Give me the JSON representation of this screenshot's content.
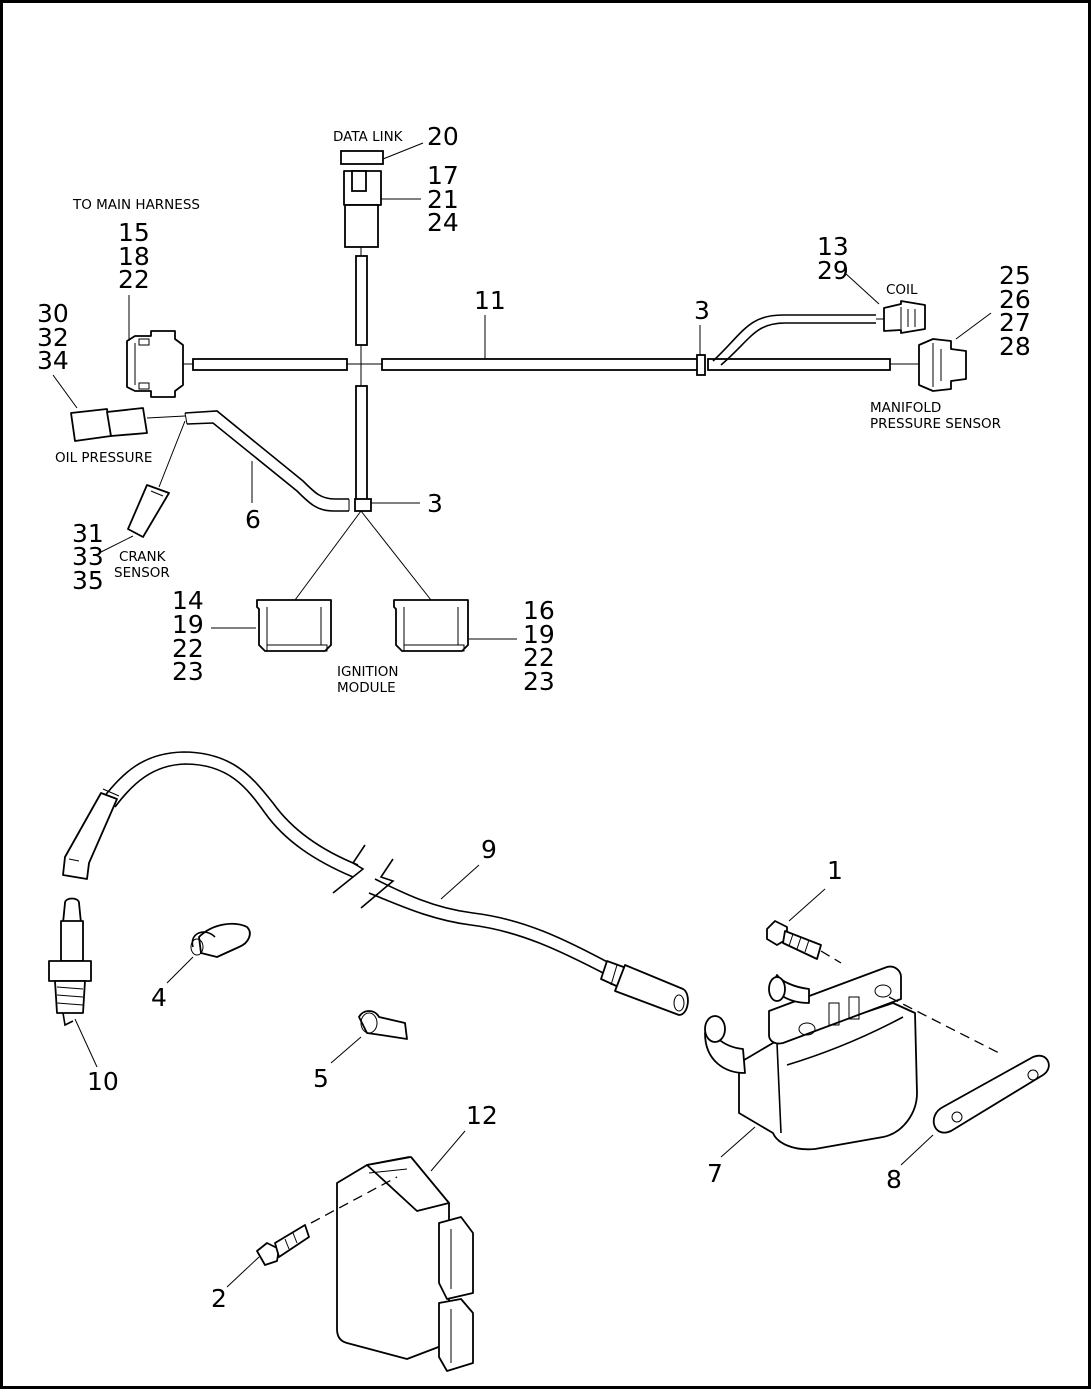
{
  "labels": {
    "data_link": "DATA LINK",
    "to_main_harness": "TO MAIN HARNESS",
    "coil": "COIL",
    "manifold_line1": "MANIFOLD",
    "manifold_line2": "PRESSURE SENSOR",
    "oil_pressure": "OIL PRESSURE",
    "crank_line1": "CRANK",
    "crank_line2": "SENSOR",
    "ignition_line1": "IGNITION",
    "ignition_line2": "MODULE"
  },
  "callouts": {
    "data_link": [
      "20"
    ],
    "data_link_conn": [
      "17",
      "21",
      "24"
    ],
    "main_harness": [
      "15",
      "18",
      "22"
    ],
    "oil_pressure": [
      "30",
      "32",
      "34"
    ],
    "crank_sensor": [
      "31",
      "33",
      "35"
    ],
    "coil": [
      "13",
      "29"
    ],
    "manifold": [
      "25",
      "26",
      "27",
      "28"
    ],
    "harness": [
      "11"
    ],
    "clip_right": [
      "3"
    ],
    "clip_center": [
      "3"
    ],
    "conduit": [
      "6"
    ],
    "ign_left": [
      "14",
      "19",
      "22",
      "23"
    ],
    "ign_right": [
      "16",
      "19",
      "22",
      "23"
    ],
    "plug_wire": [
      "9"
    ],
    "screw": [
      "1"
    ],
    "spark_plug": [
      "10"
    ],
    "clip4": [
      "4"
    ],
    "clip5": [
      "5"
    ],
    "coil_body": [
      "7"
    ],
    "bracket": [
      "8"
    ],
    "module": [
      "12"
    ],
    "screw2": [
      "2"
    ]
  }
}
